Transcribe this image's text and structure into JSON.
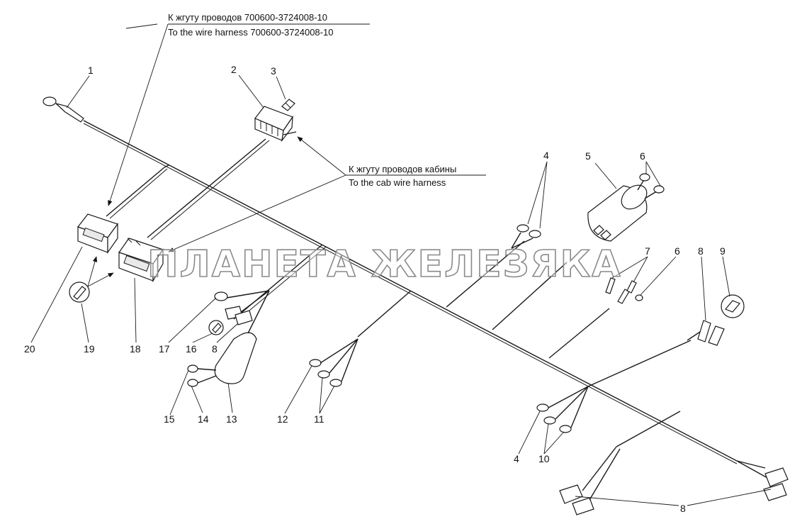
{
  "title": "",
  "watermark": "ПЛАНЕТА ЖЕЛЕЗЯКА",
  "notes": {
    "top_ru": "К жгуту проводов 700600-3724008-10",
    "top_en": "To the wire harness 700600-3724008-10",
    "cab_ru": "К жгуту проводов кабины",
    "cab_en": "To the cab wire harness"
  },
  "callouts": [
    {
      "id": "c1",
      "text": "1"
    },
    {
      "id": "c2",
      "text": "2"
    },
    {
      "id": "c3",
      "text": "3"
    },
    {
      "id": "c4a",
      "text": "4"
    },
    {
      "id": "c5",
      "text": "5"
    },
    {
      "id": "c6a",
      "text": "6"
    },
    {
      "id": "c7",
      "text": "7"
    },
    {
      "id": "c6b",
      "text": "6"
    },
    {
      "id": "c8a",
      "text": "8"
    },
    {
      "id": "c9",
      "text": "9"
    },
    {
      "id": "c20",
      "text": "20"
    },
    {
      "id": "c19",
      "text": "19"
    },
    {
      "id": "c18",
      "text": "18"
    },
    {
      "id": "c17",
      "text": "17"
    },
    {
      "id": "c16",
      "text": "16"
    },
    {
      "id": "c8b",
      "text": "8"
    },
    {
      "id": "c15",
      "text": "15"
    },
    {
      "id": "c14",
      "text": "14"
    },
    {
      "id": "c13",
      "text": "13"
    },
    {
      "id": "c12",
      "text": "12"
    },
    {
      "id": "c11",
      "text": "11"
    },
    {
      "id": "c4b",
      "text": "4"
    },
    {
      "id": "c10",
      "text": "10"
    },
    {
      "id": "c8c",
      "text": "8"
    }
  ]
}
